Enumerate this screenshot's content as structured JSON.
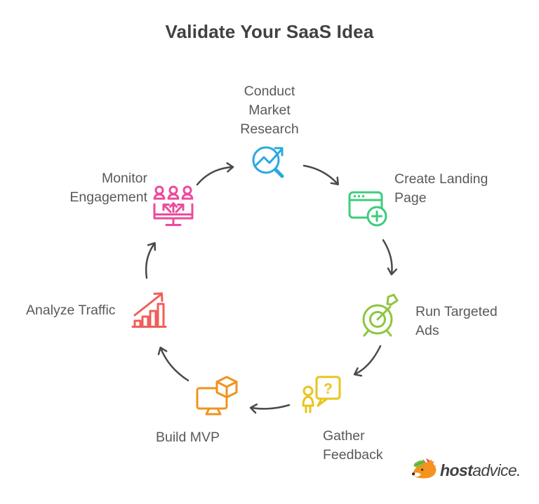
{
  "title": "Validate Your SaaS Idea",
  "steps": [
    {
      "name": "conduct-market-research",
      "label": "Conduct\nMarket\nResearch",
      "color": "#29A9E0"
    },
    {
      "name": "create-landing-page",
      "label": "Create Landing\nPage",
      "color": "#3DCC7E"
    },
    {
      "name": "run-targeted-ads",
      "label": "Run Targeted\nAds",
      "color": "#8CC63E"
    },
    {
      "name": "gather-feedback",
      "label": "Gather\nFeedback",
      "color": "#E8C51D",
      "bubble_glyph": "?"
    },
    {
      "name": "build-mvp",
      "label": "Build MVP",
      "color": "#F0931F"
    },
    {
      "name": "analyze-traffic",
      "label": "Analyze Traffic",
      "color": "#F15D5A"
    },
    {
      "name": "monitor-engagement",
      "label": "Monitor\nEngagement",
      "color": "#EC4B9D"
    }
  ],
  "flow": {
    "direction": "clockwise",
    "arrow_color": "#4A4A4A"
  },
  "colors": {
    "title_text": "#414042",
    "label_text": "#58595B",
    "background": "#FFFFFF"
  },
  "logo": {
    "brand_bold": "host",
    "brand_rest": "advice.",
    "text_color": "#414042"
  }
}
